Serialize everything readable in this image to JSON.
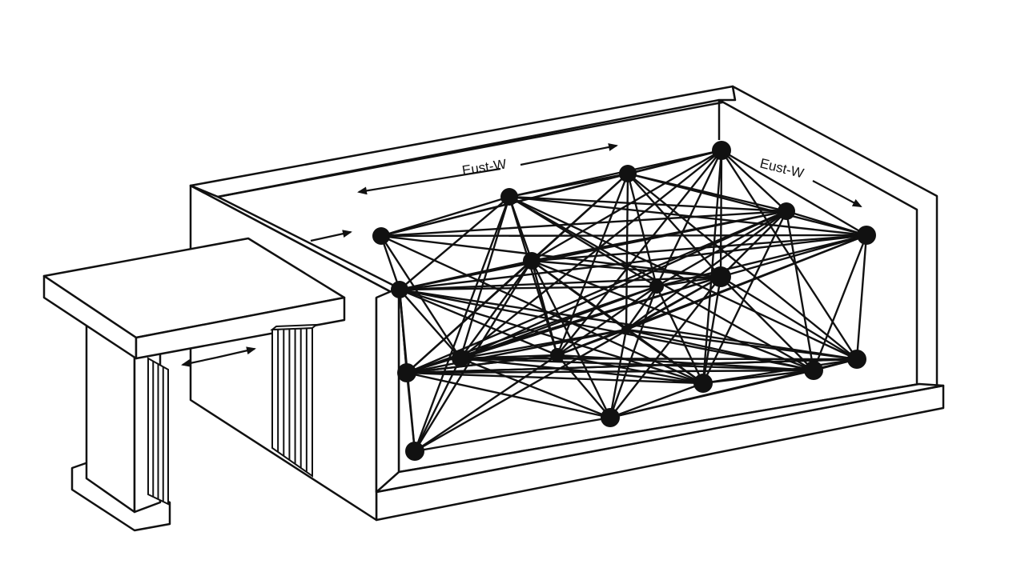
{
  "labels": {
    "left_arrow_text": "Eust-W",
    "right_arrow_text": "Eust-W"
  },
  "colors": {
    "ink": "#111111",
    "paper": "#ffffff"
  },
  "nodes": [
    {
      "id": "n1"
    },
    {
      "id": "n2"
    },
    {
      "id": "n3"
    },
    {
      "id": "n4"
    },
    {
      "id": "n5"
    },
    {
      "id": "n6"
    },
    {
      "id": "n7"
    },
    {
      "id": "n8"
    },
    {
      "id": "n9"
    },
    {
      "id": "n10"
    },
    {
      "id": "n11"
    },
    {
      "id": "n12"
    },
    {
      "id": "n13"
    },
    {
      "id": "n14"
    },
    {
      "id": "n15"
    },
    {
      "id": "n16"
    },
    {
      "id": "n17"
    },
    {
      "id": "n18"
    }
  ],
  "edges": [
    [
      "n1",
      "n2"
    ],
    [
      "n1",
      "n3"
    ],
    [
      "n1",
      "n4"
    ],
    [
      "n1",
      "n5"
    ],
    [
      "n1",
      "n6"
    ],
    [
      "n1",
      "n8"
    ],
    [
      "n1",
      "n10"
    ],
    [
      "n1",
      "n11"
    ],
    [
      "n2",
      "n3"
    ],
    [
      "n2",
      "n4"
    ],
    [
      "n2",
      "n5"
    ],
    [
      "n2",
      "n6"
    ],
    [
      "n2",
      "n7"
    ],
    [
      "n2",
      "n9"
    ],
    [
      "n2",
      "n10"
    ],
    [
      "n2",
      "n11"
    ],
    [
      "n2",
      "n12"
    ],
    [
      "n2",
      "n16"
    ],
    [
      "n3",
      "n4"
    ],
    [
      "n3",
      "n5"
    ],
    [
      "n3",
      "n6"
    ],
    [
      "n3",
      "n7"
    ],
    [
      "n3",
      "n8"
    ],
    [
      "n3",
      "n9"
    ],
    [
      "n3",
      "n12"
    ],
    [
      "n3",
      "n13"
    ],
    [
      "n3",
      "n16"
    ],
    [
      "n4",
      "n5"
    ],
    [
      "n4",
      "n6"
    ],
    [
      "n4",
      "n7"
    ],
    [
      "n4",
      "n8"
    ],
    [
      "n4",
      "n9"
    ],
    [
      "n4",
      "n11"
    ],
    [
      "n4",
      "n12"
    ],
    [
      "n4",
      "n14"
    ],
    [
      "n4",
      "n16"
    ],
    [
      "n5",
      "n6"
    ],
    [
      "n5",
      "n7"
    ],
    [
      "n5",
      "n8"
    ],
    [
      "n5",
      "n9"
    ],
    [
      "n5",
      "n10"
    ],
    [
      "n5",
      "n11"
    ],
    [
      "n5",
      "n13"
    ],
    [
      "n5",
      "n14"
    ],
    [
      "n5",
      "n15"
    ],
    [
      "n6",
      "n7"
    ],
    [
      "n6",
      "n8"
    ],
    [
      "n6",
      "n9"
    ],
    [
      "n6",
      "n10"
    ],
    [
      "n6",
      "n12"
    ],
    [
      "n6",
      "n13"
    ],
    [
      "n6",
      "n15"
    ],
    [
      "n6",
      "n16"
    ],
    [
      "n7",
      "n8"
    ],
    [
      "n7",
      "n10"
    ],
    [
      "n7",
      "n11"
    ],
    [
      "n7",
      "n12"
    ],
    [
      "n7",
      "n13"
    ],
    [
      "n7",
      "n14"
    ],
    [
      "n7",
      "n15"
    ],
    [
      "n7",
      "n17"
    ],
    [
      "n7",
      "n18"
    ],
    [
      "n8",
      "n9"
    ],
    [
      "n8",
      "n10"
    ],
    [
      "n8",
      "n11"
    ],
    [
      "n8",
      "n13"
    ],
    [
      "n8",
      "n14"
    ],
    [
      "n8",
      "n15"
    ],
    [
      "n8",
      "n16"
    ],
    [
      "n8",
      "n17"
    ],
    [
      "n8",
      "n18"
    ],
    [
      "n9",
      "n10"
    ],
    [
      "n9",
      "n11"
    ],
    [
      "n9",
      "n12"
    ],
    [
      "n9",
      "n13"
    ],
    [
      "n9",
      "n14"
    ],
    [
      "n9",
      "n17"
    ],
    [
      "n9",
      "n18"
    ],
    [
      "n10",
      "n11"
    ],
    [
      "n10",
      "n12"
    ],
    [
      "n10",
      "n14"
    ],
    [
      "n10",
      "n15"
    ],
    [
      "n10",
      "n16"
    ],
    [
      "n10",
      "n17"
    ],
    [
      "n11",
      "n12"
    ],
    [
      "n11",
      "n13"
    ],
    [
      "n11",
      "n14"
    ],
    [
      "n11",
      "n15"
    ],
    [
      "n11",
      "n16"
    ],
    [
      "n11",
      "n18"
    ],
    [
      "n12",
      "n13"
    ],
    [
      "n12",
      "n14"
    ],
    [
      "n12",
      "n15"
    ],
    [
      "n12",
      "n17"
    ],
    [
      "n12",
      "n18"
    ],
    [
      "n13",
      "n14"
    ],
    [
      "n13",
      "n15"
    ],
    [
      "n13",
      "n16"
    ],
    [
      "n13",
      "n17"
    ],
    [
      "n13",
      "n18"
    ],
    [
      "n14",
      "n15"
    ],
    [
      "n14",
      "n16"
    ],
    [
      "n14",
      "n17"
    ],
    [
      "n14",
      "n18"
    ],
    [
      "n15",
      "n16"
    ],
    [
      "n15",
      "n17"
    ],
    [
      "n15",
      "n18"
    ],
    [
      "n16",
      "n17"
    ],
    [
      "n16",
      "n18"
    ],
    [
      "n17",
      "n18"
    ],
    [
      "n2",
      "n15"
    ],
    [
      "n1",
      "n14"
    ],
    [
      "n3",
      "n17"
    ]
  ]
}
